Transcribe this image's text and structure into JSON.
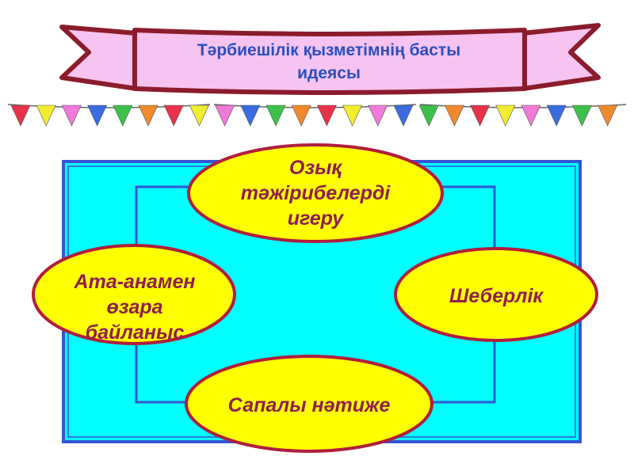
{
  "banner": {
    "title_line1": "Тәрбиешілік қызметімнің басты",
    "title_line2": "идеясы"
  },
  "flags": {
    "colors": [
      "#e8324a",
      "#f2ec2f",
      "#f07ad8",
      "#3a6be0",
      "#3cc24a",
      "#f08a2c"
    ]
  },
  "diagram": {
    "colors": {
      "panel_fill": "#00ffff",
      "panel_border": "#3555d6",
      "oval_fill": "#ffff00",
      "oval_border": "#b01e3c",
      "oval_text": "#8e1f4e"
    },
    "nodes": {
      "top": [
        "Озық",
        "тәжірибелерді",
        "игеру"
      ],
      "left": [
        "Ата-анамен",
        "өзара",
        "байланыс"
      ],
      "right": [
        "Шеберлік"
      ],
      "bottom": [
        "Сапалы нәтиже"
      ]
    }
  }
}
